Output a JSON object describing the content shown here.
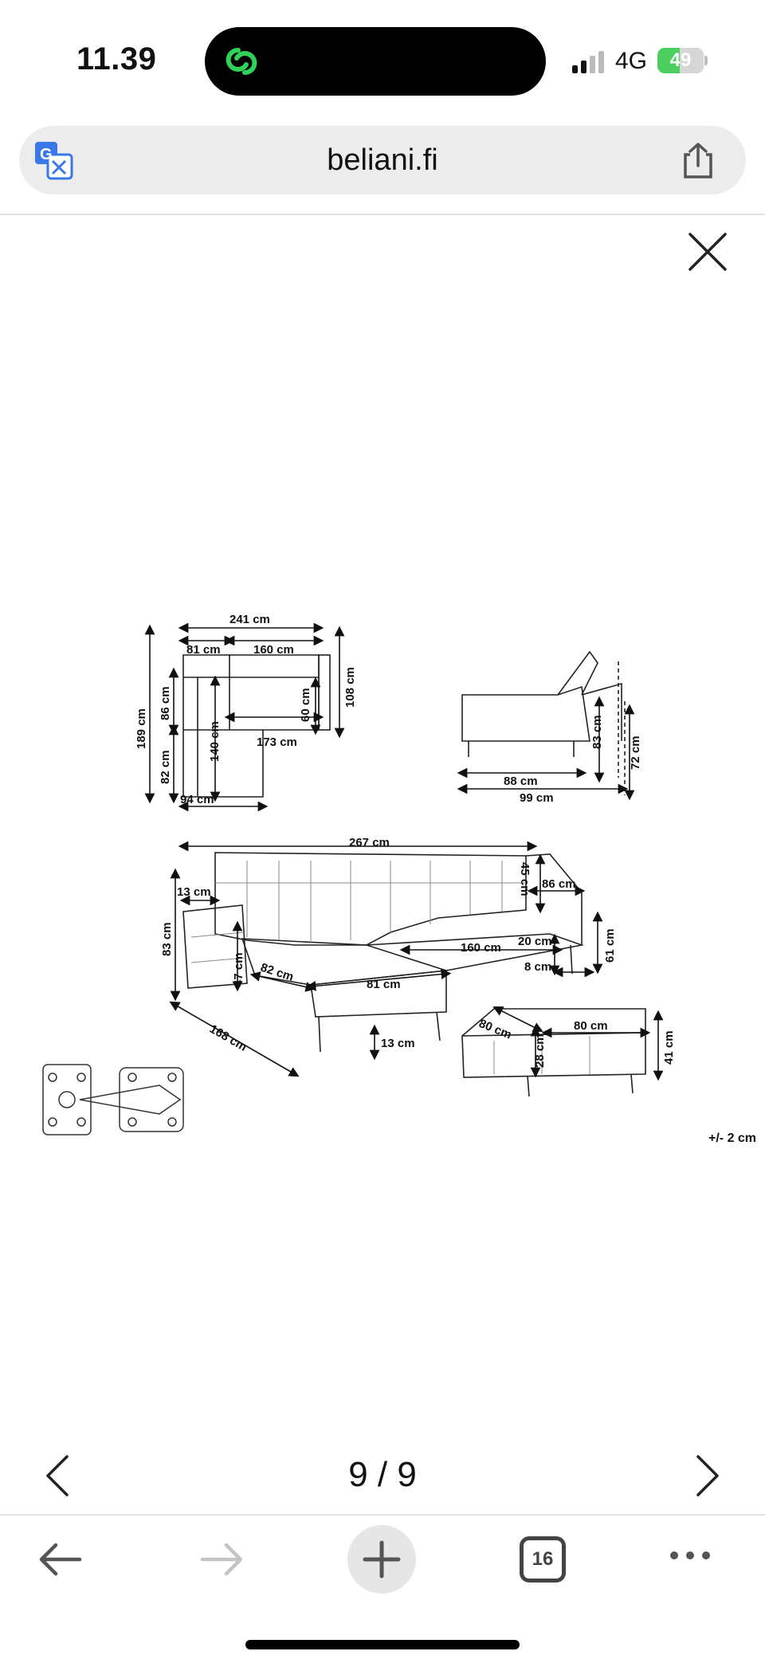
{
  "status_bar": {
    "time": "11.39",
    "network": "4G",
    "battery": {
      "level": 49,
      "text": "49",
      "color": "#4bd060"
    },
    "island_icon": "linked-rings-icon",
    "island_icon_color": "#30d158"
  },
  "url_bar": {
    "url": "beliani.fi",
    "left_icon": "translate-icon",
    "right_icon": "share-icon"
  },
  "viewer": {
    "close_icon": "close-icon",
    "page_indicator": "9 / 9",
    "prev_icon": "chevron-left-icon",
    "next_icon": "chevron-right-icon"
  },
  "drawing": {
    "top_view": {
      "width_total": "241 cm",
      "arm_width": "81 cm",
      "seat_width": "160 cm",
      "depth_total": "189 cm",
      "back_depth": "86 cm",
      "chaise_lower": "82 cm",
      "chaise_length": "140 cm",
      "seat_depth": "60 cm",
      "back_height": "108 cm",
      "front_width": "173 cm",
      "chaise_width": "94 cm"
    },
    "side_view": {
      "reclined_height": "83 cm",
      "height": "72 cm",
      "seat_length": "88 cm",
      "total_length": "99 cm"
    },
    "perspective_view": {
      "total_width": "267 cm",
      "arm_width": "13 cm",
      "height": "83 cm",
      "back_height": "45 cm",
      "side_depth": "86 cm",
      "seat_width": "160 cm",
      "seat_thickness": "20 cm",
      "cushion": "8 cm",
      "seat_height": "61 cm",
      "arm_height": "47 cm",
      "chaise_depth": "82 cm",
      "chaise_width": "81 cm",
      "leg_height": "13 cm",
      "chaise_length": "168 cm"
    },
    "ottoman": {
      "depth": "80 cm",
      "width": "80 cm",
      "cushion_height": "28 cm",
      "height": "41 cm"
    },
    "tolerance": "+/- 2 cm"
  },
  "toolbar": {
    "back_icon": "arrow-left-icon",
    "forward_icon": "arrow-right-icon",
    "new_tab_icon": "plus-icon",
    "tab_count": "16",
    "more_icon": "more-dots-icon"
  }
}
